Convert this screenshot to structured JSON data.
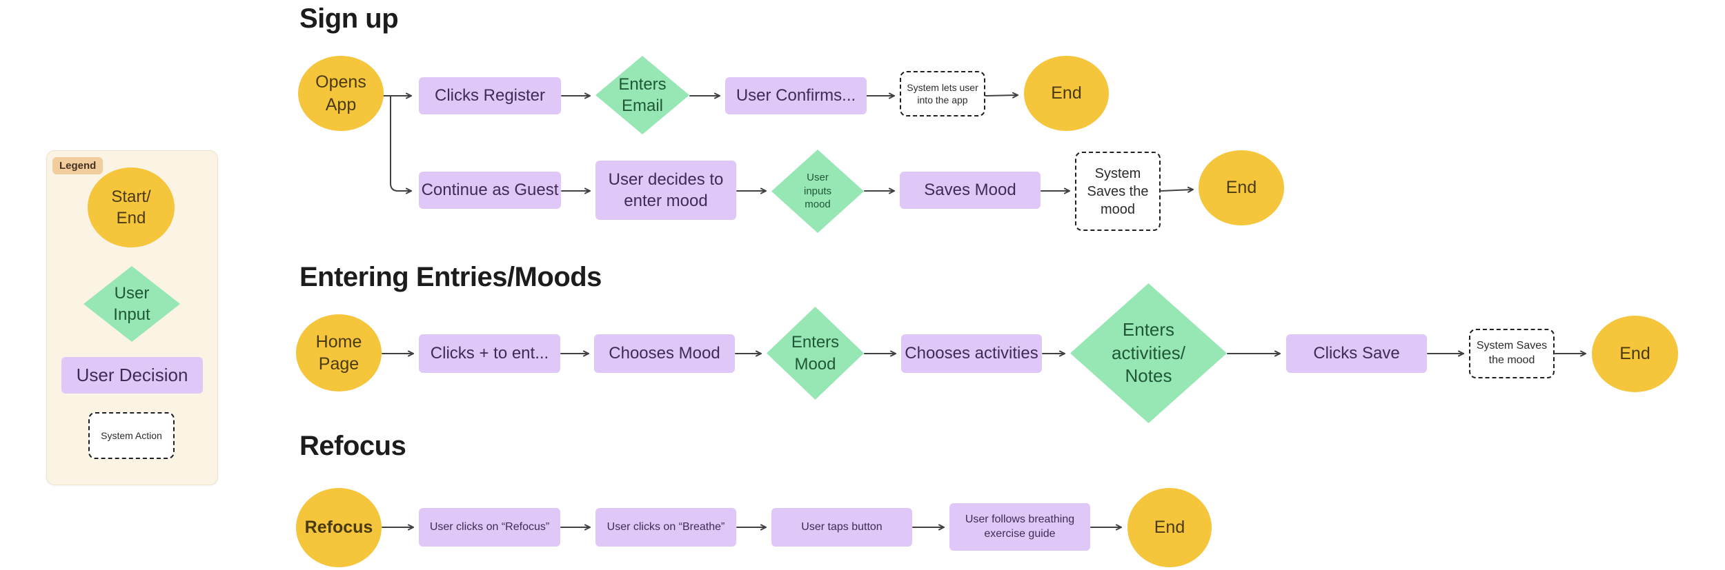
{
  "colors": {
    "canvas_bg": "#FFFFFF",
    "start_end_yellow": "#F5C53C",
    "user_input_green": "#97E7B5",
    "user_decision_purple": "#DFC8F8",
    "dashed_border": "#1F1F1F",
    "arrow": "#404040",
    "legend_bg": "#FBF3E4",
    "legend_tab_bg": "#F2CD9E",
    "title_text": "#1C1C1C"
  },
  "legend": {
    "tab": "Legend",
    "start_end": "Start/\nEnd",
    "user_input": "User\nInput",
    "user_decision": "User Decision",
    "system_action": "System Action"
  },
  "signup": {
    "title": "Sign up",
    "start": "Opens\nApp",
    "clicks_register": "Clicks Register",
    "enters_email": "Enters\nEmail",
    "user_confirms": "User Confirms...",
    "system_lets_user": "System lets user\ninto the app",
    "end_register": "End",
    "continue_guest": "Continue as Guest",
    "user_decides": "User decides to\nenter mood",
    "user_inputs_mood": "User\ninputs\nmood",
    "saves_mood": "Saves Mood",
    "system_saves_mood": "System\nSaves the\nmood",
    "end_guest": "End"
  },
  "entries": {
    "title": "Entering Entries/Moods",
    "home": "Home\nPage",
    "clicks_plus": "Clicks + to ent...",
    "chooses_mood": "Chooses Mood",
    "enters_mood": "Enters\nMood",
    "chooses_activities": "Chooses activities",
    "enters_activities": "Enters\nactivities/\nNotes",
    "clicks_save": "Clicks Save",
    "system_saves_mood": "System Saves\nthe mood",
    "end": "End"
  },
  "refocus": {
    "title": "Refocus",
    "start": "Refocus",
    "clicks_refocus": "User clicks on “Refocus”",
    "clicks_breathe": "User clicks on “Breathe”",
    "taps_button": "User taps button",
    "follows_guide": "User follows breathing\nexercise guide",
    "end": "End"
  }
}
